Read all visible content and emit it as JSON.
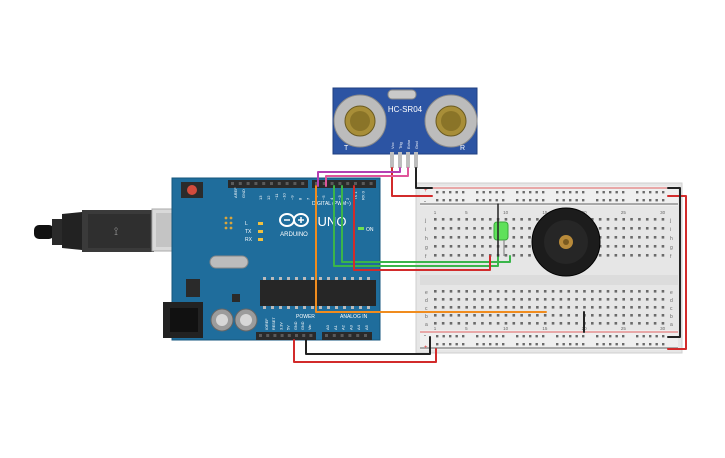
{
  "sensor": {
    "model": "HC-SR04",
    "left_mark": "T",
    "right_mark": "R",
    "pins": [
      "Vcc",
      "Trig",
      "Echo",
      "Gnd"
    ]
  },
  "arduino": {
    "brand": "ARDUINO",
    "model": "UNO",
    "on_label": "ON",
    "tx_label": "TX",
    "rx_label": "RX",
    "l_label": "L",
    "digital_label": "DIGITAL (PWM~)",
    "power_label": "POWER",
    "analog_label": "ANALOG IN",
    "aref_label": "AREF",
    "gnd_label": "GND",
    "digital_pins": [
      "13",
      "12",
      "~11",
      "~10",
      "~9",
      "8",
      "7",
      "~6",
      "~5",
      "4",
      "~3",
      "2",
      "TX 1",
      "RX 0"
    ],
    "power_pins": [
      "IOREF",
      "RESET",
      "3.3V",
      "5V",
      "GND",
      "GND",
      "Vin"
    ],
    "analog_pins": [
      "A0",
      "A1",
      "A2",
      "A3",
      "A4",
      "A5"
    ]
  },
  "breadboard": {
    "row_letters_top": [
      "j",
      "i",
      "h",
      "g",
      "f"
    ],
    "row_letters_bottom": [
      "e",
      "d",
      "c",
      "b",
      "a"
    ],
    "column_numbers": [
      "1",
      "5",
      "10",
      "15",
      "20",
      "25",
      "30"
    ],
    "plus": "+",
    "minus": "-"
  },
  "colors": {
    "board": "#1f6d9c",
    "sensor": "#2c54a3",
    "wire_red": "#d22b2b",
    "wire_black": "#222222",
    "wire_green": "#3ab54a",
    "wire_orange": "#f08c1e",
    "wire_purple": "#b33fb3",
    "wire_pink": "#e0559a",
    "led": "#5fe15a"
  }
}
